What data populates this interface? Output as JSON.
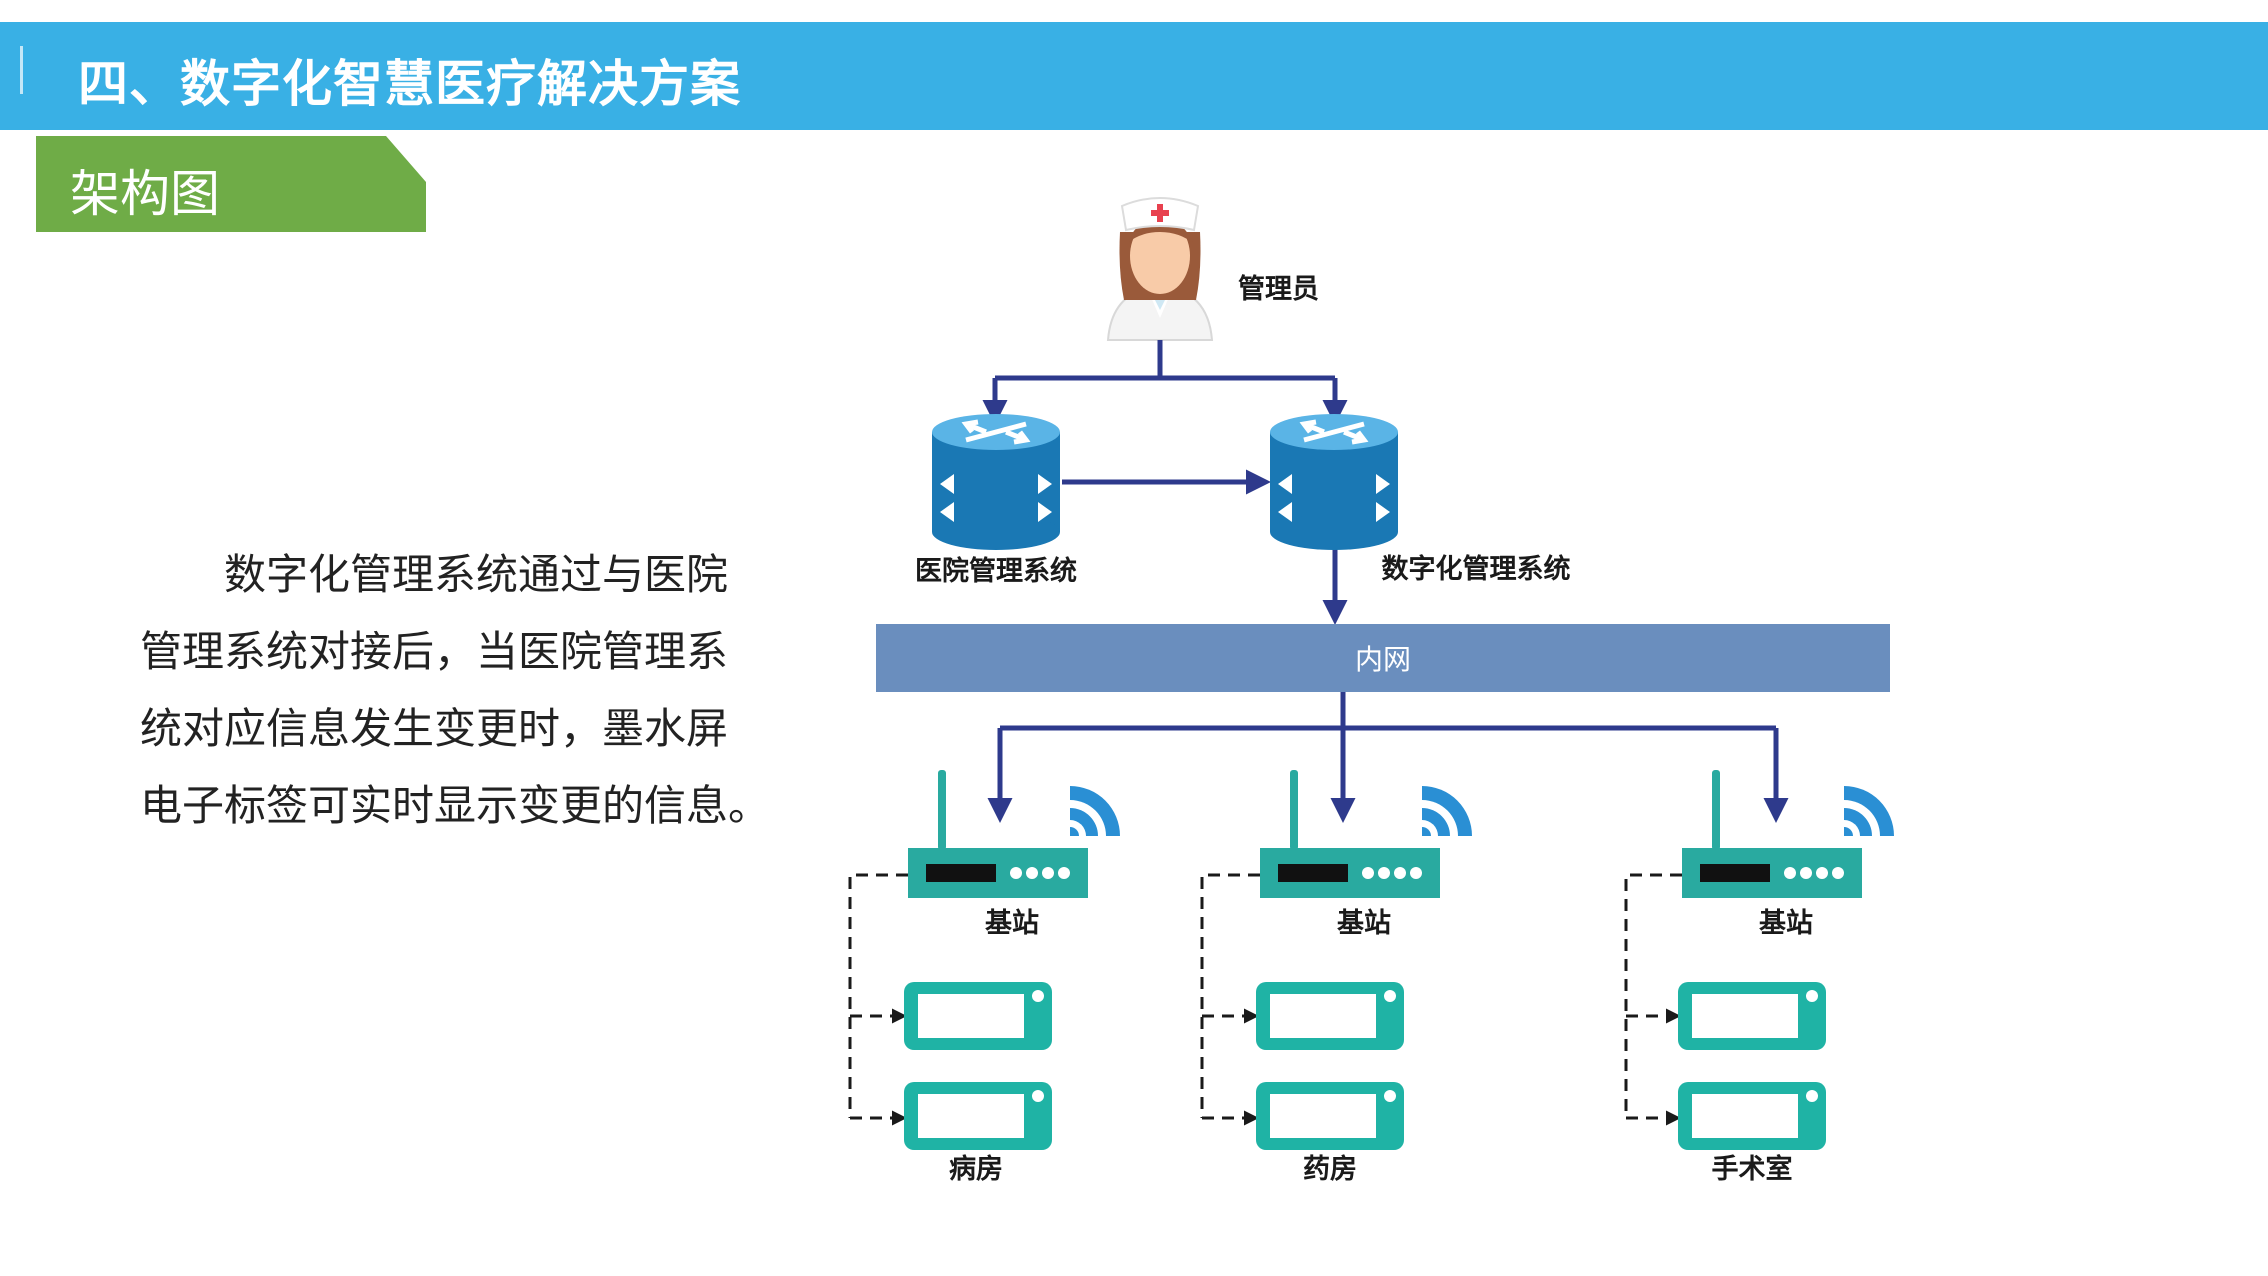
{
  "header": {
    "title": "四、数字化智慧医疗解决方案"
  },
  "subtitle": "架构图",
  "description": {
    "lines": [
      "数字化管理系统通过与医院",
      "管理系统对接后，当医院管理系",
      "统对应信息发生变更时，墨水屏",
      "电子标签可实时显示变更的信息。"
    ]
  },
  "diagram": {
    "admin_label": "管理员",
    "hospital_system_label": "医院管理系统",
    "digital_system_label": "数字化管理系统",
    "intranet_label": "内网",
    "stations": [
      {
        "label": "基站",
        "area": "病房"
      },
      {
        "label": "基站",
        "area": "药房"
      },
      {
        "label": "基站",
        "area": "手术室"
      }
    ],
    "colors": {
      "header": "#39b0e5",
      "subtitle_tab": "#6fac47",
      "connector": "#2e3a8c",
      "intranet_bar": "#6a8ebe",
      "router": "#1a78b4",
      "device": "#1fb3a5",
      "wifi": "#2a8fd4"
    }
  }
}
